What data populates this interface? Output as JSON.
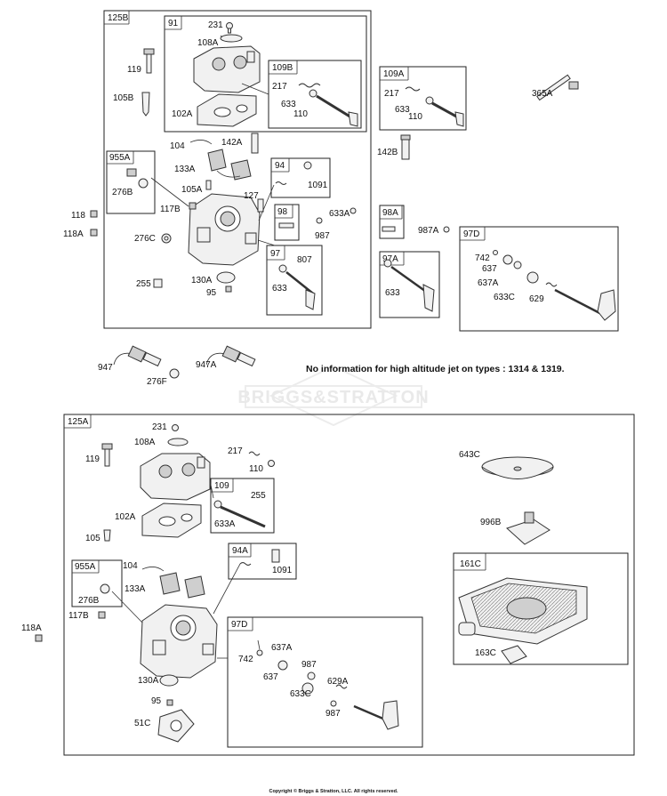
{
  "watermark": "BRIGGS&STRATTON",
  "note": "No information for high altitude jet on types : 1314 & 1319.",
  "copyright": "Copyright © Briggs & Stratton, LLC. All rights reserved.",
  "boxes": {
    "b125B": "125B",
    "b91": "91",
    "b109B": "109B",
    "b955A_top": "955A",
    "b94": "94",
    "b98": "98",
    "b97": "97",
    "b109A": "109A",
    "b98A": "98A",
    "b97A": "97A",
    "b97D_top": "97D",
    "b125A": "125A",
    "b109": "109",
    "b955A_bot": "955A",
    "b94A": "94A",
    "b97D_bot": "97D",
    "b161C": "161C"
  },
  "labels": {
    "p231_top": "231",
    "p108A_top": "108A",
    "p119_top": "119",
    "p105B": "105B",
    "p102A_top": "102A",
    "p217_b": "217",
    "p633_b": "633",
    "p110_b": "110",
    "p217_a": "217",
    "p633_a": "633",
    "p110_a": "110",
    "p365A": "365A",
    "p142B": "142B",
    "p104_top": "104",
    "p142A": "142A",
    "p133A_top": "133A",
    "p276B_top": "276B",
    "p105A": "105A",
    "p117B_top": "117B",
    "p127": "127",
    "p1091_top": "1091",
    "p118": "118",
    "p118A_top": "118A",
    "p276C": "276C",
    "p633A_top": "633A",
    "p987_98": "987",
    "p987A": "987A",
    "p807": "807",
    "p633_97": "633",
    "p633_97A": "633",
    "p742_top": "742",
    "p637_top": "637",
    "p637A_top": "637A",
    "p633C_top": "633C",
    "p629": "629",
    "p255_top": "255",
    "p130A_top": "130A",
    "p95_top": "95",
    "p947": "947",
    "p276F": "276F",
    "p947A": "947A",
    "p231_bot": "231",
    "p108A_bot": "108A",
    "p119_bot": "119",
    "p217_bot": "217",
    "p110_bot": "110",
    "p255_bot": "255",
    "p633A_bot": "633A",
    "p102A_bot": "102A",
    "p105": "105",
    "p104_bot": "104",
    "p133A_bot": "133A",
    "p276B_bot": "276B",
    "p1091_bot": "1091",
    "p118A_bot": "118A",
    "p117B_bot": "117B",
    "p742_bot": "742",
    "p637A_bot": "637A",
    "p637_bot": "637",
    "p987_bot1": "987",
    "p633C_bot": "633C",
    "p629A": "629A",
    "p987_bot2": "987",
    "p130A_bot": "130A",
    "p95_bot": "95",
    "p51C": "51C",
    "p643C": "643C",
    "p996B": "996B",
    "p163C": "163C"
  }
}
